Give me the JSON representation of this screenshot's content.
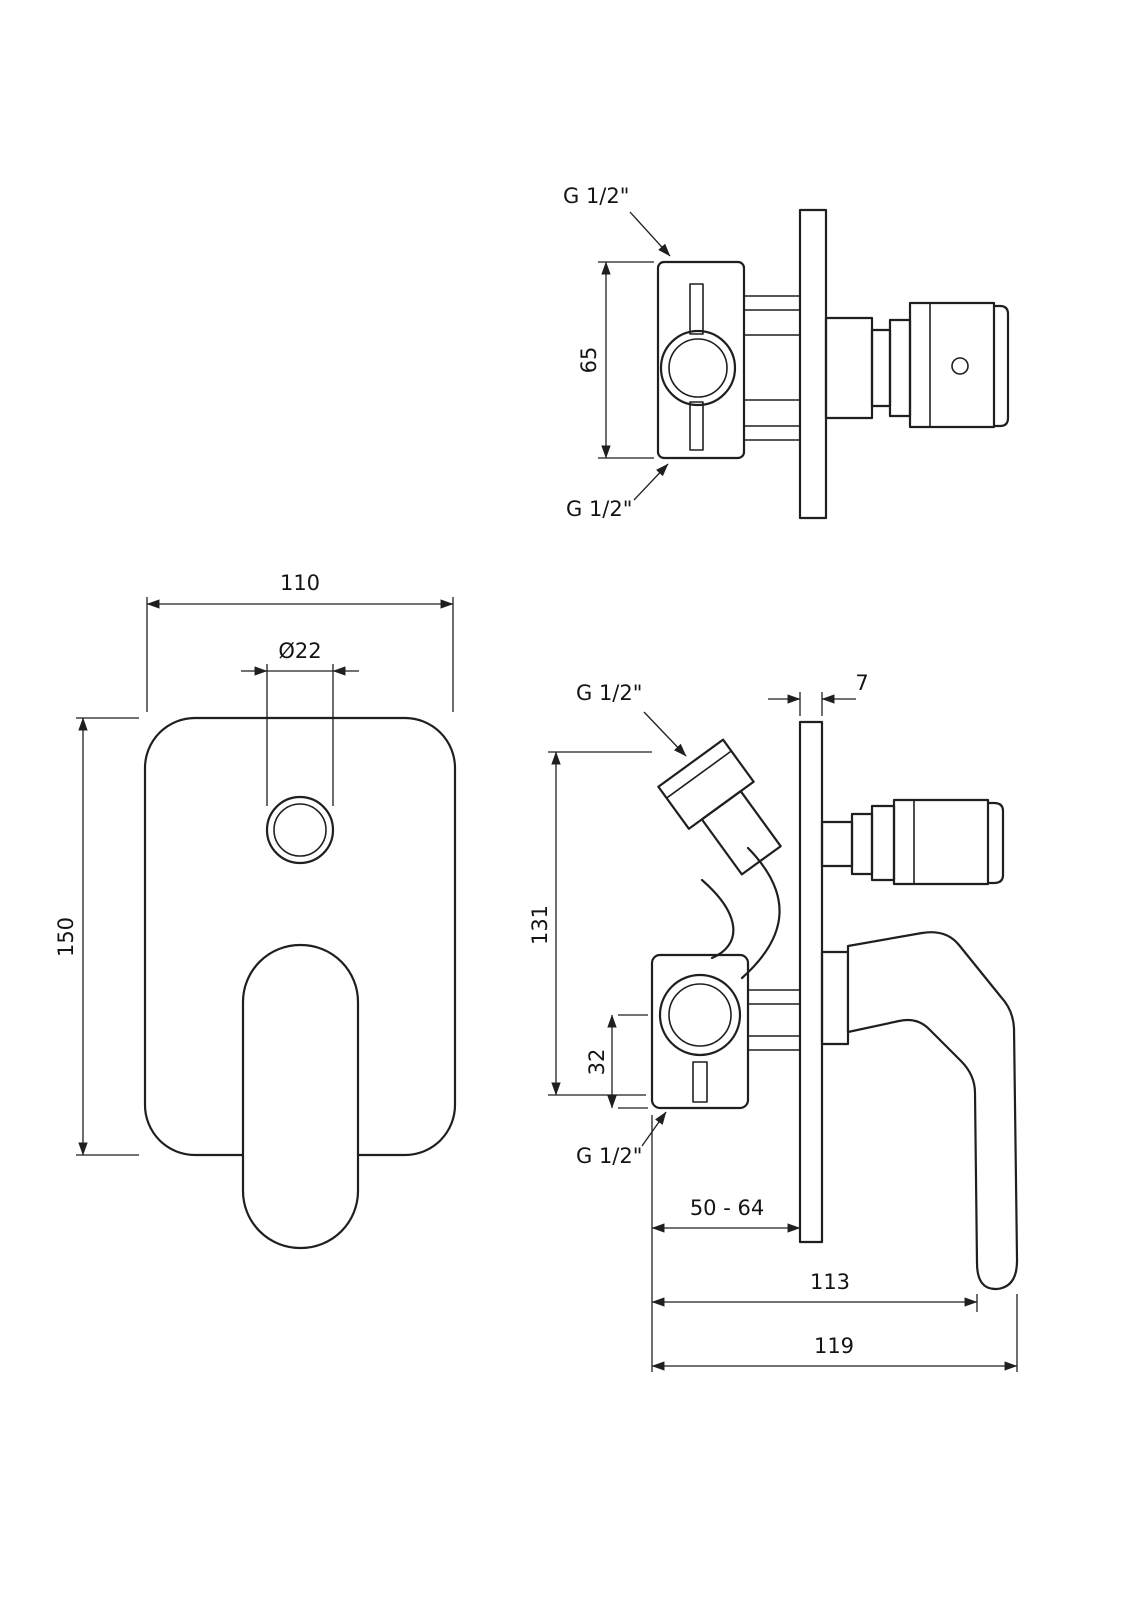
{
  "page": {
    "background": "#ffffff",
    "line_color": "#1f1f1f"
  },
  "drawing": {
    "upper_view": {
      "port_top": "G 1/2\"",
      "port_bottom": "G 1/2\"",
      "dim_65": "65"
    },
    "front_view": {
      "dim_110": "110",
      "dim_o22": "Ø22",
      "dim_150": "150"
    },
    "side_view": {
      "port_top": "G 1/2\"",
      "port_bottom": "G 1/2\"",
      "dim_7": "7",
      "dim_131": "131",
      "dim_32": "32",
      "dim_50_64": "50 - 64",
      "dim_113": "113",
      "dim_119": "119"
    }
  }
}
